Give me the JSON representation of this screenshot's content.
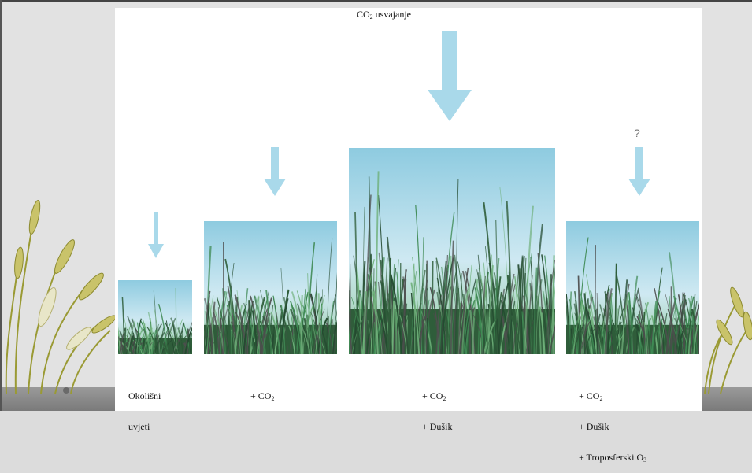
{
  "diagram": {
    "title": {
      "pre": "CO",
      "sub": "2",
      "post": " usvajanje"
    },
    "question_mark": "?",
    "scenarios": [
      {
        "id": "okolisni",
        "lines": [
          {
            "text": "Okolišni"
          },
          {
            "text": "uvjeti"
          }
        ]
      },
      {
        "id": "co2",
        "lines": [
          {
            "pre": "+ CO",
            "sub": "2"
          }
        ]
      },
      {
        "id": "co2-dusik",
        "lines": [
          {
            "pre": "+ CO",
            "sub": "2"
          },
          {
            "text": "+ Dušik"
          }
        ]
      },
      {
        "id": "co2-dusik-o3",
        "lines": [
          {
            "pre": "+ CO",
            "sub": "2"
          },
          {
            "text": "+ Dušik"
          },
          {
            "pre": "+ Troposferski O",
            "sub": "3"
          }
        ]
      }
    ]
  },
  "colors": {
    "sky_top": "#8ecbe0",
    "sky_bottom": "#cfe9f2",
    "arrow": "#a9d9ea",
    "grass_dark": "#2f5d3a",
    "grass_mid": "#3f8a54",
    "grass_light": "#6fb07a",
    "wheat": "#b9b04a",
    "slide_bg": "#dcdcdc",
    "slide_floor": "#8a8a8a"
  },
  "icons": {
    "arrows": "down-arrow-icon",
    "decor": "wheat-icon"
  }
}
